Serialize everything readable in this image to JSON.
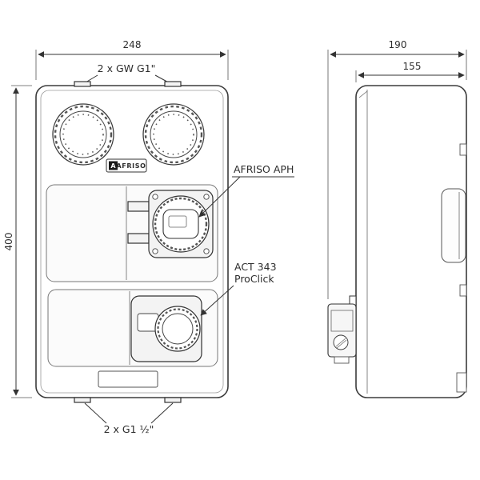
{
  "colors": {
    "line": "#3b3b3b",
    "background": "#ffffff"
  },
  "dims": {
    "front_width": "248",
    "front_height": "400",
    "side_depth": "190",
    "side_body_depth": "155"
  },
  "labels": {
    "top_connections": "2 x GW G1\"",
    "bottom_connections": "2 x G1 ½\"",
    "pump": "AFRISO APH",
    "actuator_line1": "ACT 343",
    "actuator_line2": "ProClick",
    "logo": "AFRISO",
    "logo_mark": "A"
  }
}
